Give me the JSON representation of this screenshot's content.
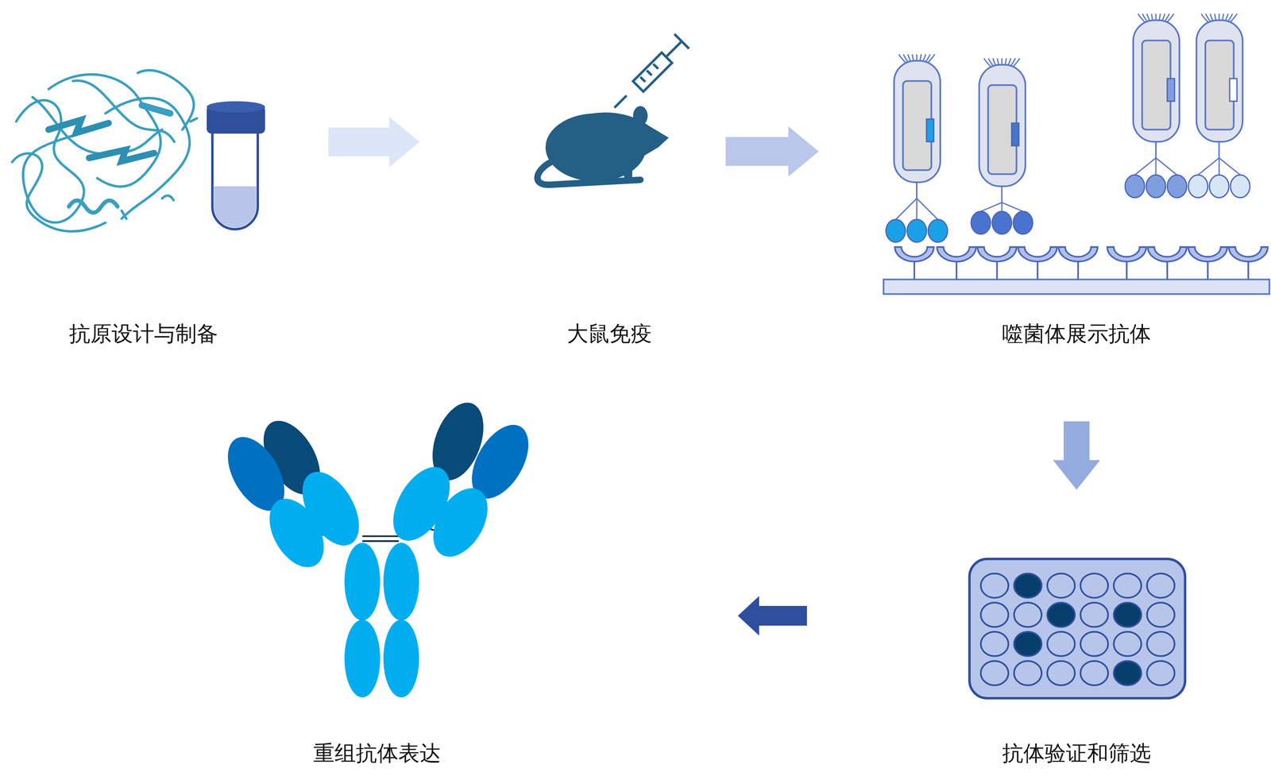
{
  "diagram": {
    "nodes": [
      {
        "text": [
          "抗原设计与制备"
        ]
      },
      {
        "text": [
          "大鼠免疫"
        ]
      },
      {
        "text": [
          "噬菌体展示抗体"
        ]
      },
      {
        "text": [
          "抗体验证和筛选"
        ]
      },
      {
        "text": [
          "重组抗体表达"
        ]
      }
    ],
    "edges": [
      {
        "from": 0,
        "to": 1,
        "arrow": "to"
      },
      {
        "from": 1,
        "to": 2,
        "arrow": "to"
      },
      {
        "from": 2,
        "to": 3,
        "arrow": "to"
      },
      {
        "from": 3,
        "to": 4,
        "arrow": "to"
      }
    ]
  }
}
